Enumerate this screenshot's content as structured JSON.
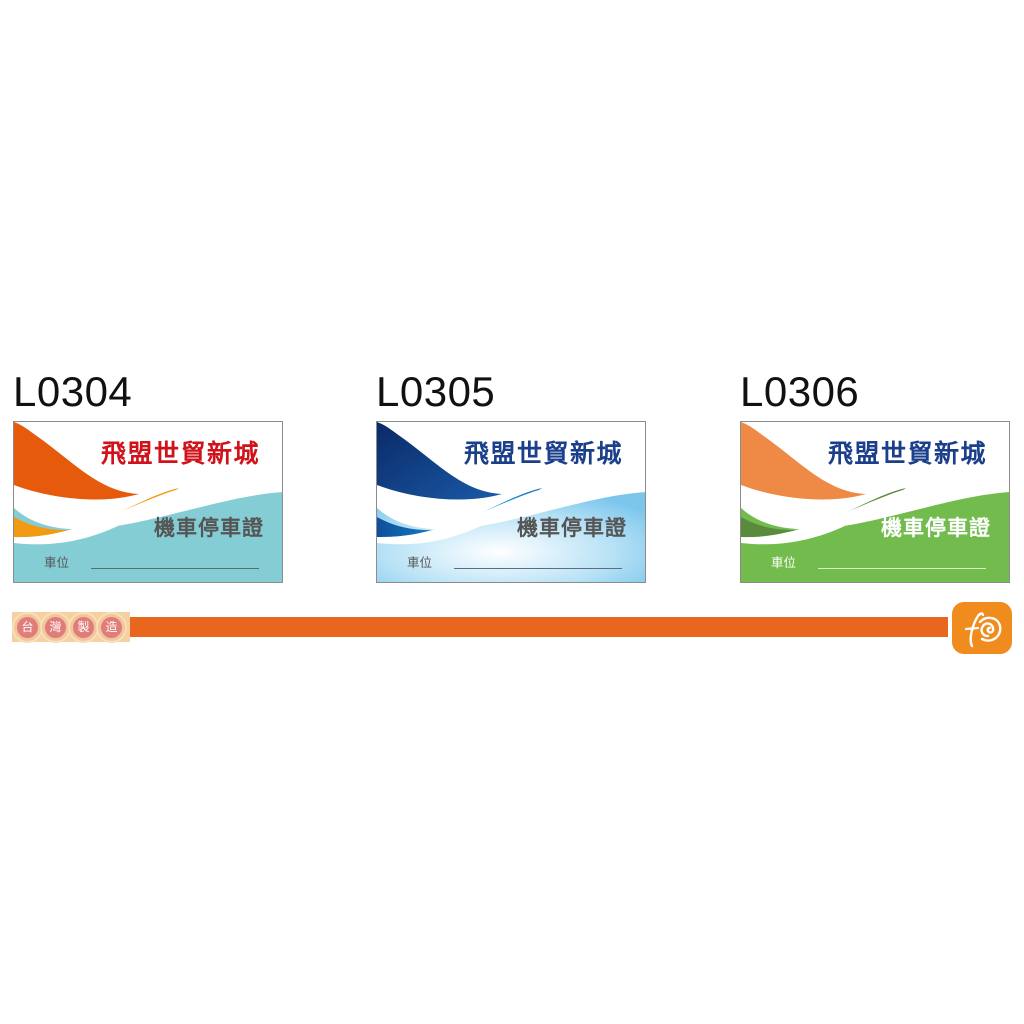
{
  "products": [
    {
      "code": "L0304",
      "title": "飛盟世貿新城",
      "subtitle": "機車停車證",
      "slot_label": "車位",
      "colors": {
        "title": "#d0121b",
        "subtitle": "#555555",
        "slot_label": "#555555",
        "slot_line": "#5a6e72",
        "upper_wave": "#e65a0c",
        "lower_wave": "#f29a12",
        "background_wave": "#85cdd4"
      }
    },
    {
      "code": "L0305",
      "title": "飛盟世貿新城",
      "subtitle": "機車停車證",
      "slot_label": "車位",
      "colors": {
        "title": "#1c3f8c",
        "subtitle": "#555555",
        "slot_label": "#555555",
        "slot_line": "#5a6e80",
        "upper_wave": "#0c2f6e",
        "lower_wave": "#1478c0",
        "background_wave": "#8fd0f0"
      }
    },
    {
      "code": "L0306",
      "title": "飛盟世貿新城",
      "subtitle": "機車停車證",
      "slot_label": "車位",
      "colors": {
        "title": "#1c3f8c",
        "subtitle": "#ffffff",
        "slot_label": "#ffffff",
        "slot_line": "#d8efc8",
        "upper_wave": "#ee8a46",
        "lower_wave": "#5a8a3c",
        "background_wave": "#72bc4e"
      }
    }
  ],
  "footer": {
    "made_in_badge": [
      "台",
      "灣",
      "製",
      "造"
    ],
    "bar_color": "#e8661e",
    "logo_icon": "fo-swirl-logo",
    "logo_color": "#f08c1e"
  }
}
